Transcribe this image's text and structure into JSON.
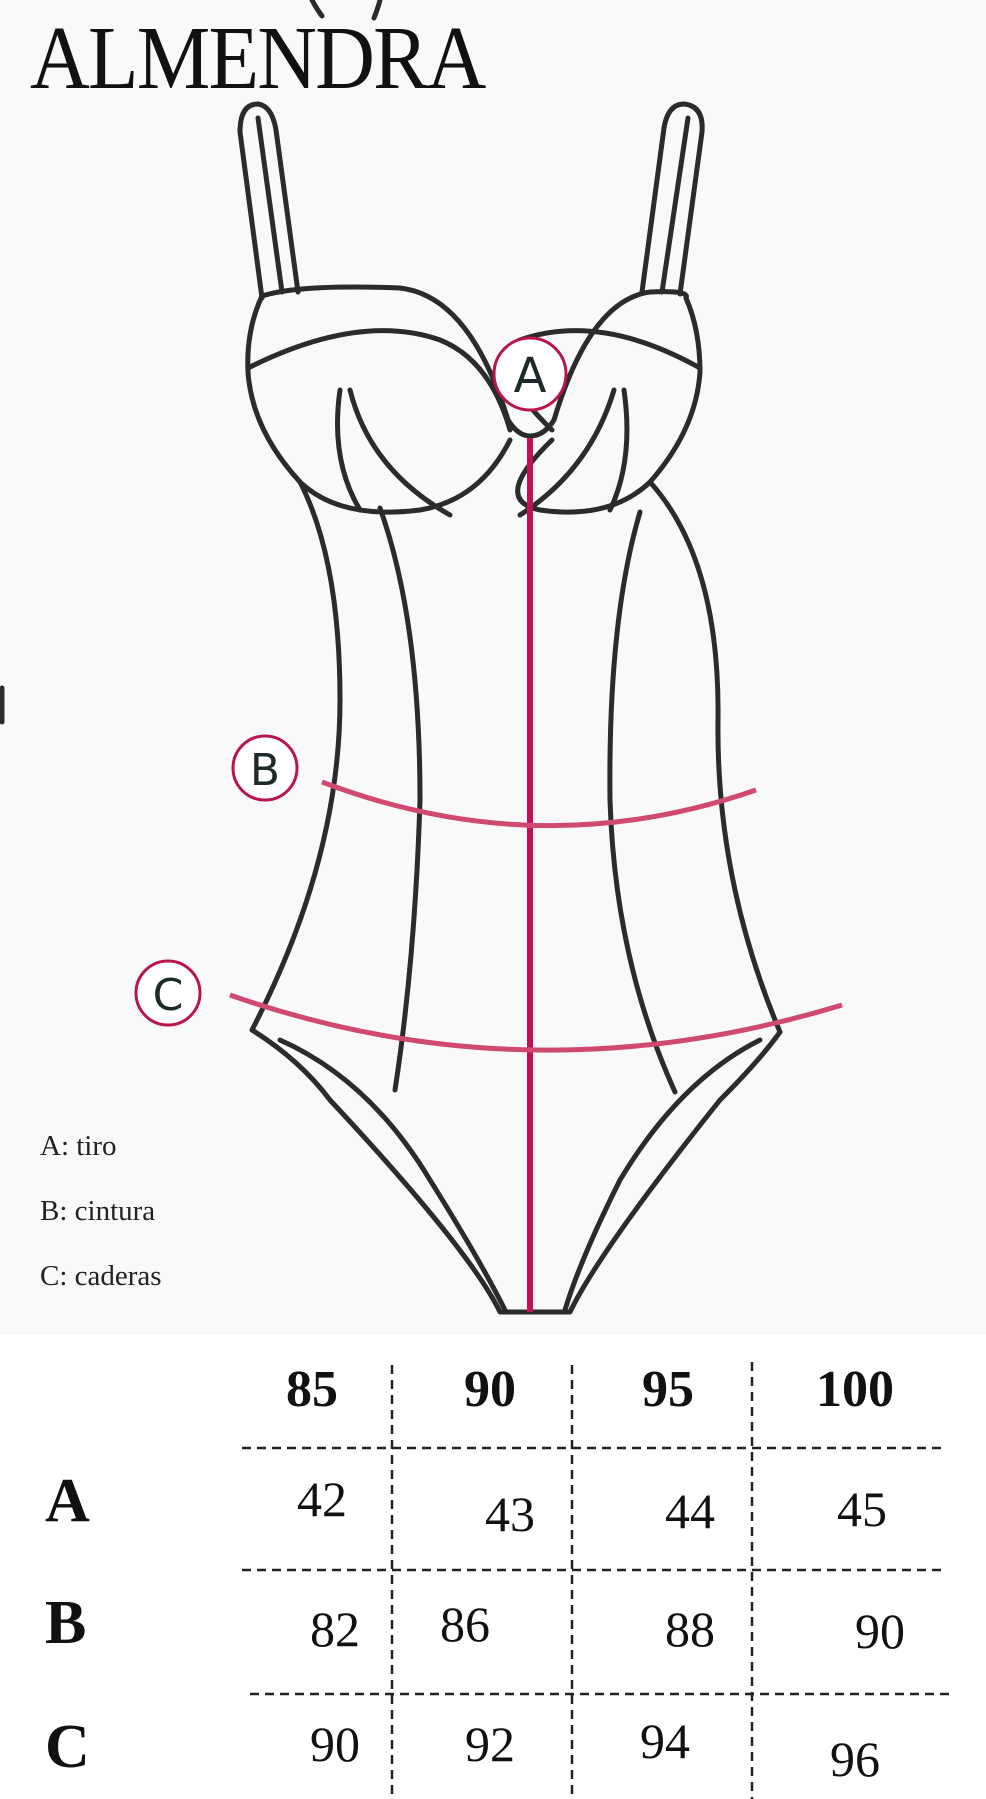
{
  "title": "ALMENDRA",
  "legend": [
    {
      "key": "A",
      "text": "A: tiro"
    },
    {
      "key": "B",
      "text": "B: cintura"
    },
    {
      "key": "C",
      "text": "C: caderas"
    }
  ],
  "markers": {
    "a": "A",
    "b": "B",
    "c": "C"
  },
  "colors": {
    "outline": "#2b2b2b",
    "crotch_line": "#c40f5a",
    "measure_line": "#d04a70",
    "marker_circle": "#b8164f"
  },
  "table": {
    "headers": [
      "85",
      "90",
      "95",
      "100"
    ],
    "rows": [
      {
        "label": "A",
        "values": [
          "42",
          "43",
          "44",
          "45"
        ]
      },
      {
        "label": "B",
        "values": [
          "82",
          "86",
          "88",
          "90"
        ]
      },
      {
        "label": "C",
        "values": [
          "90",
          "92",
          "94",
          "96"
        ]
      }
    ]
  }
}
